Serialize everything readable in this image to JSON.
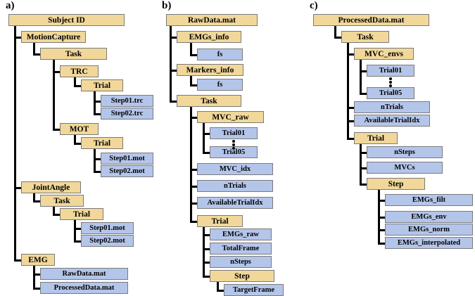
{
  "panels": [
    {
      "label": "a)",
      "nodes": [
        {
          "id": "a0",
          "text": "Subject ID",
          "kind": "folder",
          "depth": 0
        },
        {
          "id": "a1",
          "text": "MotionCapture",
          "kind": "folder",
          "depth": 1,
          "parent": "a0"
        },
        {
          "id": "a2",
          "text": "Task",
          "kind": "folder",
          "depth": 2,
          "parent": "a1"
        },
        {
          "id": "a3",
          "text": "TRC",
          "kind": "folder",
          "depth": 3,
          "parent": "a2"
        },
        {
          "id": "a4",
          "text": "Trial",
          "kind": "folder",
          "depth": 4,
          "parent": "a3"
        },
        {
          "id": "a5",
          "text": "Step01.trc",
          "kind": "field",
          "depth": 5,
          "parent": "a4"
        },
        {
          "id": "a6",
          "text": "Step02.trc",
          "kind": "field",
          "depth": 5,
          "parent": "a4"
        },
        {
          "id": "a7",
          "text": "MOT",
          "kind": "folder",
          "depth": 3,
          "parent": "a2"
        },
        {
          "id": "a8",
          "text": "Trial",
          "kind": "folder",
          "depth": 4,
          "parent": "a7"
        },
        {
          "id": "a9",
          "text": "Step01.mot",
          "kind": "field",
          "depth": 5,
          "parent": "a8"
        },
        {
          "id": "a10",
          "text": "Step02.mot",
          "kind": "field",
          "depth": 5,
          "parent": "a8"
        },
        {
          "id": "a11",
          "text": "JointAngle",
          "kind": "folder",
          "depth": 1,
          "parent": "a0"
        },
        {
          "id": "a12",
          "text": "Task",
          "kind": "folder",
          "depth": 2,
          "parent": "a11"
        },
        {
          "id": "a13",
          "text": "Trial",
          "kind": "folder",
          "depth": 3,
          "parent": "a12"
        },
        {
          "id": "a14",
          "text": "Step01.mot",
          "kind": "field",
          "depth": 4,
          "parent": "a13"
        },
        {
          "id": "a15",
          "text": "Step02.mot",
          "kind": "field",
          "depth": 4,
          "parent": "a13"
        },
        {
          "id": "a16",
          "text": "EMG",
          "kind": "folder",
          "depth": 1,
          "parent": "a0"
        },
        {
          "id": "a17",
          "text": "RawData.mat",
          "kind": "field",
          "depth": 2,
          "parent": "a16"
        },
        {
          "id": "a18",
          "text": "ProcessedData.mat",
          "kind": "field",
          "depth": 2,
          "parent": "a16"
        }
      ]
    },
    {
      "label": "b)",
      "nodes": [
        {
          "id": "b0",
          "text": "RawData.mat",
          "kind": "folder",
          "depth": 0
        },
        {
          "id": "b1",
          "text": "EMGs_info",
          "kind": "folder",
          "depth": 1,
          "parent": "b0"
        },
        {
          "id": "b2",
          "text": "fs",
          "kind": "field",
          "depth": 2,
          "parent": "b1"
        },
        {
          "id": "b3",
          "text": "Markers_info",
          "kind": "folder",
          "depth": 1,
          "parent": "b0"
        },
        {
          "id": "b4",
          "text": "fs",
          "kind": "field",
          "depth": 2,
          "parent": "b3"
        },
        {
          "id": "b5",
          "text": "Task",
          "kind": "folder",
          "depth": 1,
          "parent": "b0"
        },
        {
          "id": "b6",
          "text": "MVC_raw",
          "kind": "folder",
          "depth": 2,
          "parent": "b5"
        },
        {
          "id": "b7",
          "text": "Trial01",
          "kind": "field",
          "depth": 3,
          "parent": "b6"
        },
        {
          "id": "b8",
          "text": "Trial05",
          "kind": "field",
          "depth": 3,
          "parent": "b6",
          "dots": true
        },
        {
          "id": "b9",
          "text": "MVC_idx",
          "kind": "field",
          "depth": 2,
          "parent": "b5"
        },
        {
          "id": "b10",
          "text": "nTrials",
          "kind": "field",
          "depth": 2,
          "parent": "b5"
        },
        {
          "id": "b11",
          "text": "AvailableTrialIdx",
          "kind": "field",
          "depth": 2,
          "parent": "b5"
        },
        {
          "id": "b12",
          "text": "Trial",
          "kind": "folder",
          "depth": 2,
          "parent": "b5"
        },
        {
          "id": "b13",
          "text": "EMGs_raw",
          "kind": "field",
          "depth": 3,
          "parent": "b12"
        },
        {
          "id": "b14",
          "text": "TotalFrame",
          "kind": "field",
          "depth": 3,
          "parent": "b12"
        },
        {
          "id": "b15",
          "text": "nSteps",
          "kind": "field",
          "depth": 3,
          "parent": "b12"
        },
        {
          "id": "b16",
          "text": "Step",
          "kind": "folder",
          "depth": 3,
          "parent": "b12"
        },
        {
          "id": "b17",
          "text": "TargetFrame",
          "kind": "field",
          "depth": 4,
          "parent": "b16"
        }
      ]
    },
    {
      "label": "c)",
      "nodes": [
        {
          "id": "c0",
          "text": "ProcessedData.mat",
          "kind": "folder",
          "depth": 0
        },
        {
          "id": "c1",
          "text": "Task",
          "kind": "folder",
          "depth": 1,
          "parent": "c0"
        },
        {
          "id": "c2",
          "text": "MVC_envs",
          "kind": "folder",
          "depth": 2,
          "parent": "c1"
        },
        {
          "id": "c3",
          "text": "Trial01",
          "kind": "field",
          "depth": 3,
          "parent": "c2"
        },
        {
          "id": "c4",
          "text": "Trial05",
          "kind": "field",
          "depth": 3,
          "parent": "c2",
          "dots": true
        },
        {
          "id": "c5",
          "text": "nTrials",
          "kind": "field",
          "depth": 2,
          "parent": "c1"
        },
        {
          "id": "c6",
          "text": "AvailableTrialIdx",
          "kind": "field",
          "depth": 2,
          "parent": "c1"
        },
        {
          "id": "c7",
          "text": "Trial",
          "kind": "folder",
          "depth": 2,
          "parent": "c1"
        },
        {
          "id": "c8",
          "text": "nSteps",
          "kind": "field",
          "depth": 3,
          "parent": "c7"
        },
        {
          "id": "c9",
          "text": "MVCs",
          "kind": "field",
          "depth": 3,
          "parent": "c7"
        },
        {
          "id": "c10",
          "text": "Step",
          "kind": "folder",
          "depth": 3,
          "parent": "c7"
        },
        {
          "id": "c11",
          "text": "EMGs_filt",
          "kind": "field",
          "depth": 4,
          "parent": "c10"
        },
        {
          "id": "c12",
          "text": "EMGs_env",
          "kind": "field",
          "depth": 4,
          "parent": "c10"
        },
        {
          "id": "c13",
          "text": "EMGs_norm",
          "kind": "field",
          "depth": 4,
          "parent": "c10"
        },
        {
          "id": "c14",
          "text": "EMGs_interpolated",
          "kind": "field",
          "depth": 4,
          "parent": "c10"
        }
      ]
    }
  ],
  "colors": {
    "folder": "#f1d89a",
    "field": "#b4c5ea",
    "line": "#000000"
  }
}
